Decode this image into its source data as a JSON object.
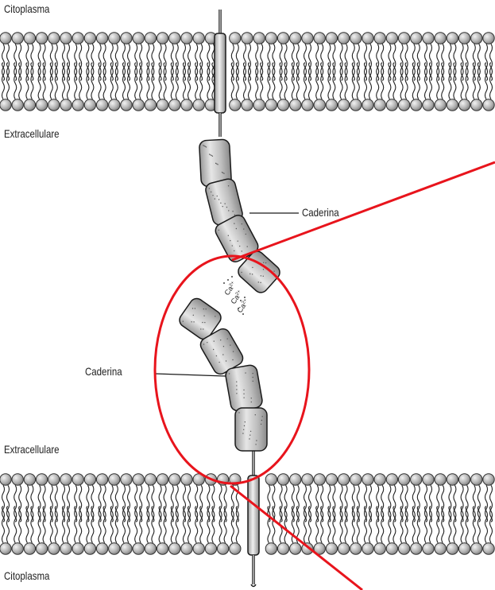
{
  "labels": {
    "top_cytoplasm": "Citoplasma",
    "top_extracellular": "Extracellulare",
    "cadherin_upper": "Caderina",
    "cadherin_lower": "Caderina",
    "bottom_extracellular": "Extracellulare",
    "bottom_cytoplasm": "Citoplasma",
    "calcium_ions": [
      "Ca2+",
      "Ca2+",
      "Ca2+"
    ]
  },
  "colors": {
    "highlight": "#e8141c",
    "membrane_head": "#b9b9b9",
    "domain_fill": "#c4c4c4",
    "line": "#1a1a1a"
  }
}
